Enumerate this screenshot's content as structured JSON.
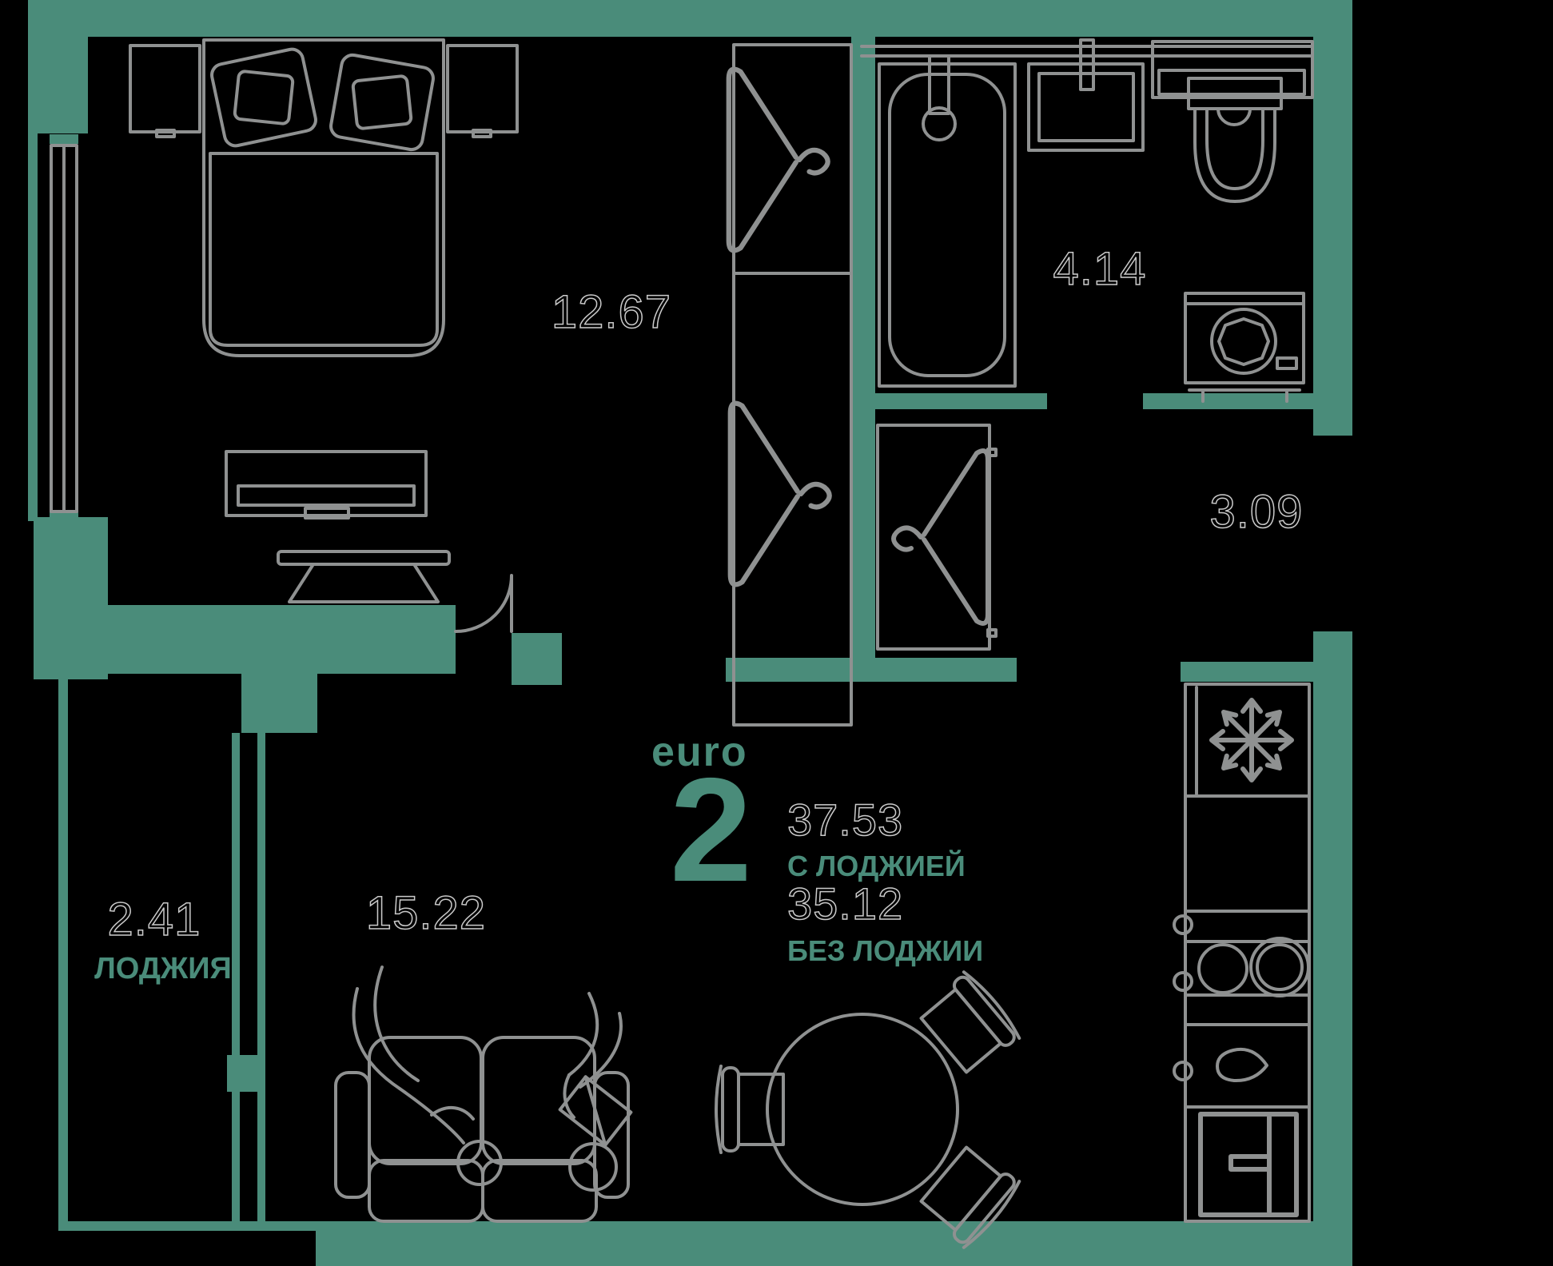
{
  "floor_plan": {
    "summary": {
      "type_label": "euro",
      "rooms_count": "2",
      "area_with_loggia": "37.53",
      "with_loggia_label": "С ЛОДЖИЕЙ",
      "area_without_loggia": "35.12",
      "without_loggia_label": "БЕЗ ЛОДЖИИ"
    },
    "areas": {
      "bedroom": "12.67",
      "bathroom": "4.14",
      "hallway": "3.09",
      "living_kitchen": "15.22",
      "loggia": "2.41"
    },
    "loggia_label": "ЛОДЖИЯ",
    "colors": {
      "wall": "#4a8c7a",
      "furniture_line": "#8f9191",
      "outline_text": "#cacaca",
      "accent_text": "#4a8c7a",
      "background": "#000000"
    },
    "icons": [
      "hanger-icon",
      "snowflake-icon"
    ]
  }
}
